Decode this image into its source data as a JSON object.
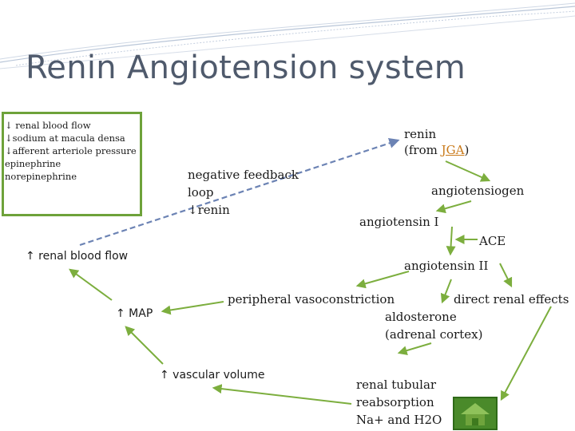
{
  "title": "Renin Angiotension system",
  "causes": [
    "↓ renal blood flow",
    "↓sodium at macula densa",
    "↓afferent arteriole pressure",
    "epinephrine",
    "norepinephrine"
  ],
  "nodes": {
    "renin": "renin",
    "renin_source_prefix": "(from ",
    "renin_source_link": "JGA",
    "renin_source_suffix": ")",
    "angiotensiogen": "angiotensiogen",
    "angiotensin1": "angiotensin I",
    "ace": "ACE",
    "angiotensin2": "angiotensin II",
    "feedback_line1": "negative feedback",
    "feedback_line2": "loop",
    "feedback_line3": "↓renin",
    "renal_blood_flow": "↑ renal blood flow",
    "map": "↑ MAP",
    "vasoconstriction": "peripheral vasoconstriction",
    "direct_renal": "direct renal effects",
    "aldosterone_line1": "aldosterone",
    "aldosterone_line2": "(adrenal cortex)",
    "vascular_volume": "↑ vascular volume",
    "tubular_line1": "renal tubular",
    "tubular_line2": "reabsorption",
    "tubular_line3": "Na+ and H2O"
  },
  "colors": {
    "arrow": "#7cae3e",
    "box_border": "#6ea23a",
    "title": "#4f5a6c",
    "link": "#c97a1a",
    "dashed_arrow": "#6c83b4"
  },
  "icons": {
    "home_button": "home-icon"
  }
}
